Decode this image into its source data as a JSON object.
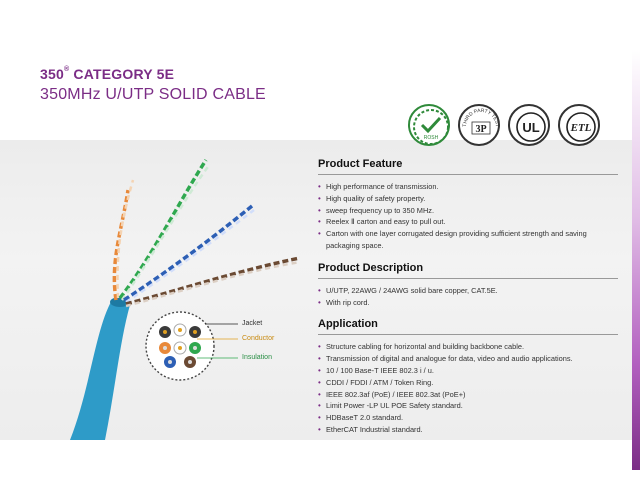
{
  "title": {
    "number": "350",
    "mark": "®",
    "category": " CATEGORY 5E",
    "subtitle": "350MHz U/UTP SOLID CABLE"
  },
  "badges": {
    "rosh": "ROSH",
    "tp_ring": "THIRD PARTY TESTING",
    "tp_center": "3P",
    "ul": "UL",
    "etl": "ETL"
  },
  "sections": [
    {
      "heading": "Product Feature",
      "items": [
        "High performance of transmission.",
        "High quality of safety property.",
        "sweep frequency up to 350 MHz.",
        "Reelex Ⅱ carton and easy to pull out.",
        "Carton with one layer corrugated design providing sufficient strength and saving packaging space."
      ]
    },
    {
      "heading": "Product Description",
      "items": [
        "U/UTP, 22AWG / 24AWG solid bare copper, CAT.5E.",
        "With rip cord."
      ]
    },
    {
      "heading": "Application",
      "items": [
        "Structure cabling for horizontal and building backbone cable.",
        "Transmission of digital and analogue for data, video and audio applications.",
        "10 / 100  Base-T IEEE 802.3 i / u.",
        "CDDI / FDDI / ATM / Token Ring.",
        "IEEE 802.3af (PoE) / IEEE 802.3at (PoE+)",
        "Limit Power -LP UL POE Safety standard.",
        "HDBaseT 2.0 standard.",
        "EtherCAT Industrial standard."
      ]
    }
  ],
  "callouts": {
    "jacket": "Jacket",
    "conductor": "Conductor",
    "insulation": "Insulation"
  },
  "colors": {
    "brand": "#7b2d86",
    "cable_jacket": "#2e9bc8",
    "conductor_callout": "#e0a020",
    "insulation_callout": "#2fa84f"
  }
}
